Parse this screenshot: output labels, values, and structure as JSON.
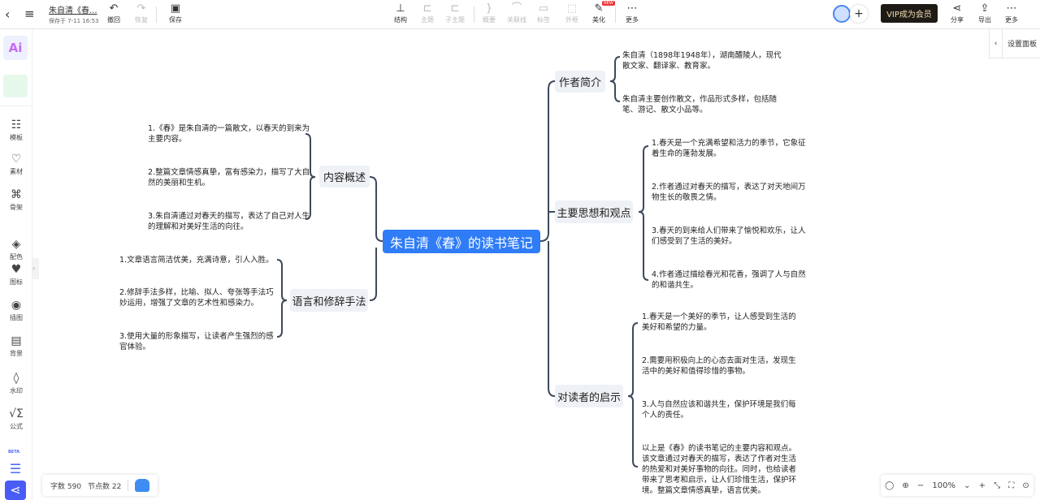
{
  "header": {
    "doc_title": "朱自清《春...",
    "saved": "保存于 7-11 16:53",
    "undo": "撤回",
    "redo": "恢复",
    "save": "保存",
    "tools": [
      "结构",
      "主题",
      "子主题",
      "概要",
      "关联线",
      "标签",
      "外框",
      "美化",
      "更多"
    ],
    "new_badge": "NEW",
    "vip": "VIP成为会员",
    "share": "分享",
    "export": "导出",
    "more": "更多"
  },
  "sidebar": {
    "items": [
      "模板",
      "素材",
      "骨架",
      "配色",
      "图标",
      "插图",
      "背景",
      "水印",
      "公式"
    ],
    "ai": "Ai",
    "beta": "BETA"
  },
  "panel": {
    "label": "设置面板"
  },
  "mindmap": {
    "root": "朱自清《春》的读书笔记",
    "branches": [
      {
        "title": "内容概述",
        "leaves": [
          "1.《春》是朱自清的一篇散文，以春天的到来为主要内容。",
          "2.整篇文章情感真挚，富有感染力，描写了大自然的美丽和生机。",
          "3.朱自清通过对春天的描写，表达了自己对人生的理解和对美好生活的向往。"
        ]
      },
      {
        "title": "语言和修辞手法",
        "leaves": [
          "1.文章语言简洁优美，充满诗意，引人入胜。",
          "2.修辞手法多样，比喻、拟人、夸张等手法巧妙运用，增强了文章的艺术性和感染力。",
          "3.使用大量的形象描写，让读者产生强烈的感官体验。"
        ]
      },
      {
        "title": "作者简介",
        "leaves": [
          "朱自清（1898年1948年），湖南醴陵人，现代散文家、翻译家、教育家。",
          "朱自清主要创作散文，作品形式多样，包括随笔、游记、散文小品等。"
        ]
      },
      {
        "title": "主要思想和观点",
        "leaves": [
          "1.春天是一个充满希望和活力的季节，它象征着生命的蓬勃发展。",
          "2.作者通过对春天的描写，表达了对天地间万物生长的敬畏之情。",
          "3.春天的到来给人们带来了愉悦和欢乐，让人们感受到了生活的美好。",
          "4.作者通过描绘春光和花香，强调了人与自然的和谐共生。"
        ]
      },
      {
        "title": "对读者的启示",
        "leaves": [
          "1.春天是一个美好的季节，让人感受到生活的美好和希望的力量。",
          "2.需要用积极向上的心态去面对生活，发现生活中的美好和值得珍惜的事物。",
          "3.人与自然应该和谐共生，保护环境是我们每个人的责任。",
          "以上是《春》的读书笔记的主要内容和观点。该文章通过对春天的描写，表达了作者对生活的热爱和对美好事物的向往。同时，也给读者带来了思考和启示，让人们珍惜生活，保护环境。整篇文章情感真挚，语言优美。"
        ]
      }
    ]
  },
  "status": {
    "words": "字数 590",
    "nodes": "节点数 22"
  },
  "zoom": {
    "level": "100%"
  },
  "colors": {
    "accent": "#2f7cf6",
    "line": "#3d4a5c",
    "node_bg": "#eef1f5"
  }
}
